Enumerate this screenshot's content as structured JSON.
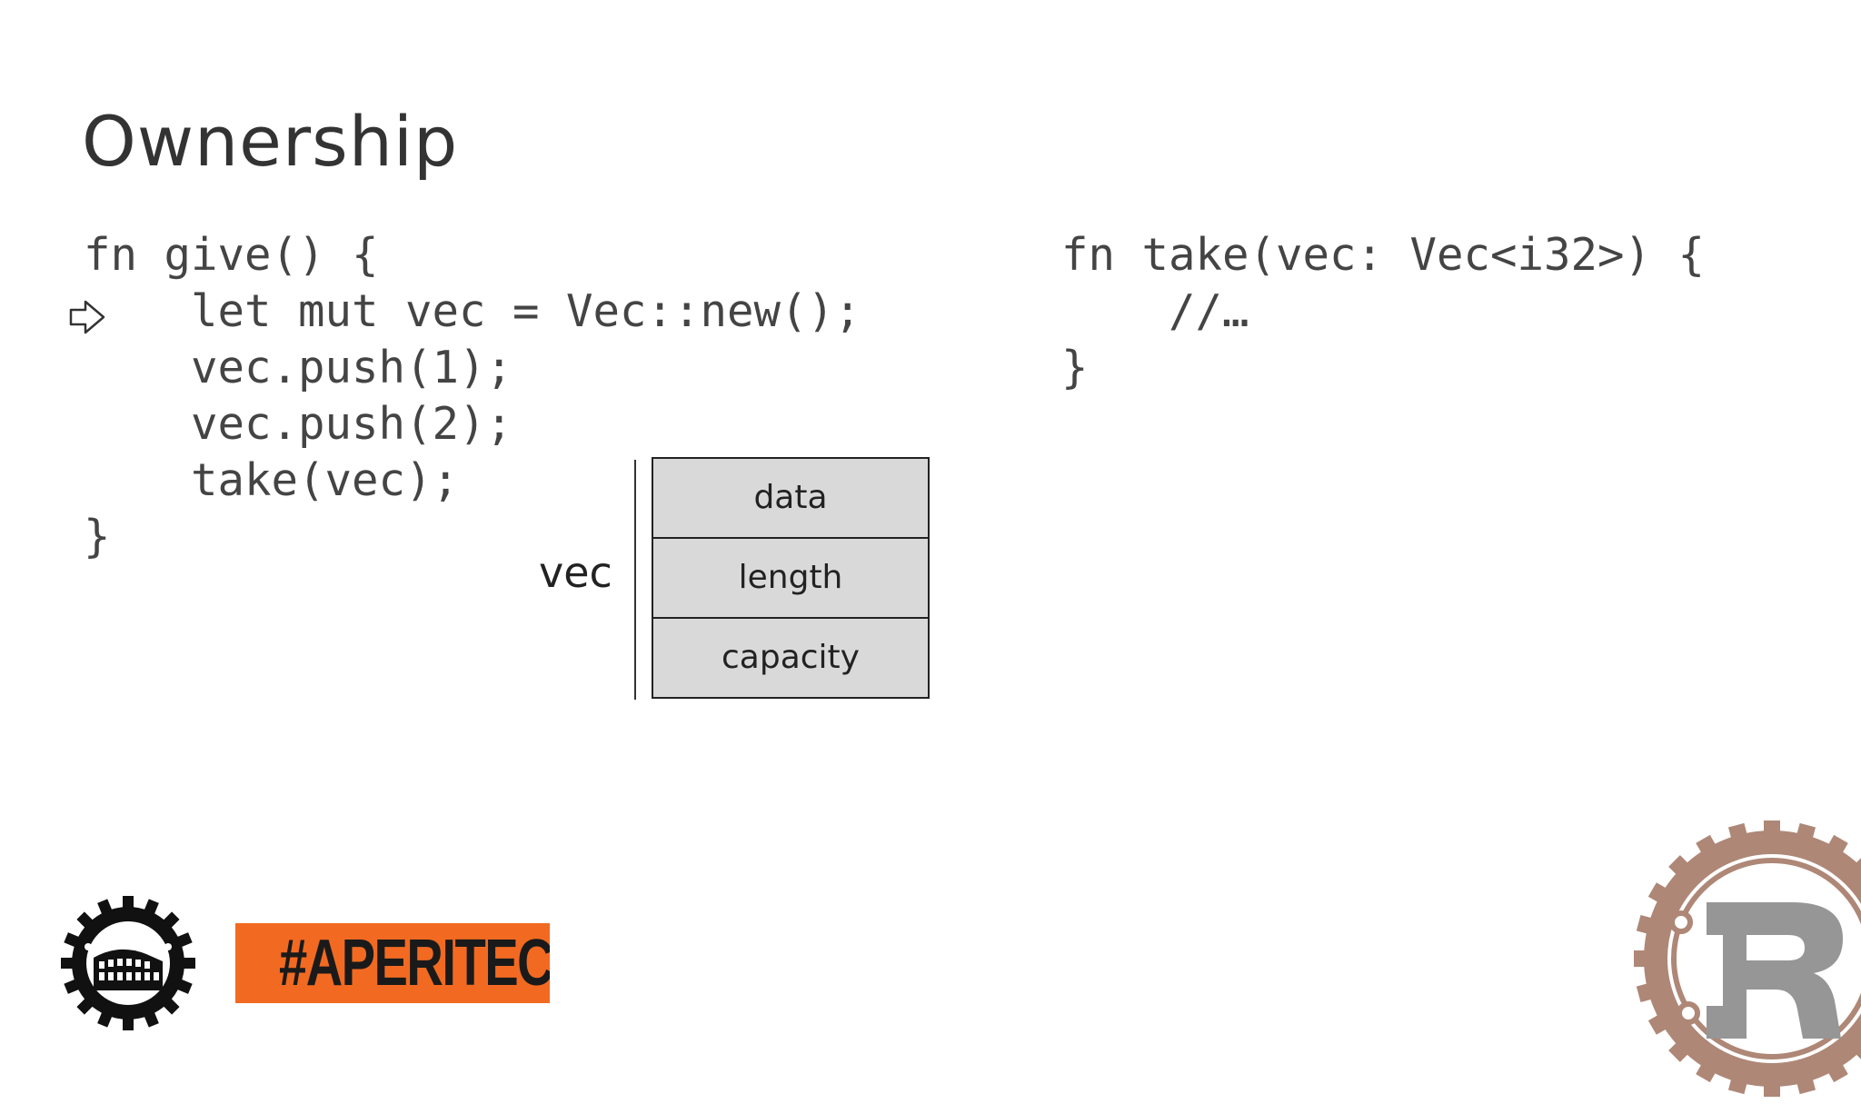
{
  "slide": {
    "title": "Ownership"
  },
  "code_give": {
    "lines": [
      "fn give() {",
      "    let mut vec = Vec::new();",
      "    vec.push(1);",
      "    vec.push(2);",
      "    take(vec);",
      "}"
    ]
  },
  "code_take": {
    "lines": [
      "fn take(vec: Vec<i32>) {",
      "    //…",
      "}"
    ]
  },
  "execution_pointer": {
    "icon": "arrow-right-icon",
    "line_index": 1
  },
  "vec_diagram": {
    "label": "vec",
    "fields": [
      "data",
      "length",
      "capacity"
    ]
  },
  "branding": {
    "hashtag": "#APERITECH",
    "hashtag_color": "#f26a21",
    "left_logo_icon": "rust-rome-colosseum-gear-icon",
    "right_logo_icon": "rust-logo-icon",
    "rust_logo_color": "#b7410e"
  }
}
